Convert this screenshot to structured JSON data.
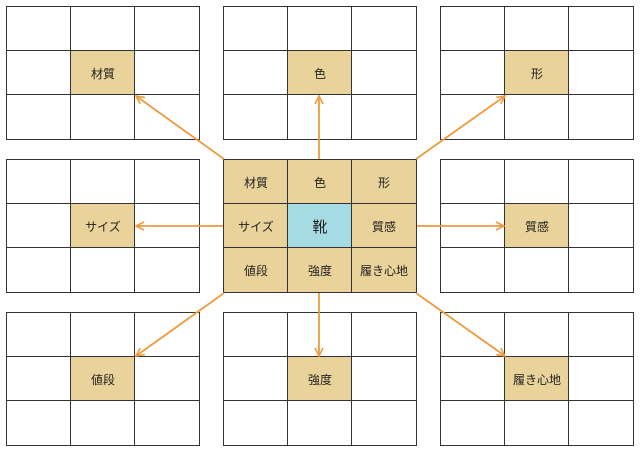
{
  "center_theme": "靴",
  "attributes": [
    "材質",
    "色",
    "形",
    "サイズ",
    "質感",
    "値段",
    "強度",
    "履き心地"
  ],
  "satellites": [
    {
      "label": "材質"
    },
    {
      "label": "色"
    },
    {
      "label": "形"
    },
    {
      "label": "サイズ"
    },
    {
      "label": "質感"
    },
    {
      "label": "値段"
    },
    {
      "label": "強度"
    },
    {
      "label": "履き心地"
    }
  ],
  "colors": {
    "highlight": "#ead39a",
    "center": "#a6dbe3",
    "arrow": "#ef9a3f",
    "border": "#333333"
  }
}
